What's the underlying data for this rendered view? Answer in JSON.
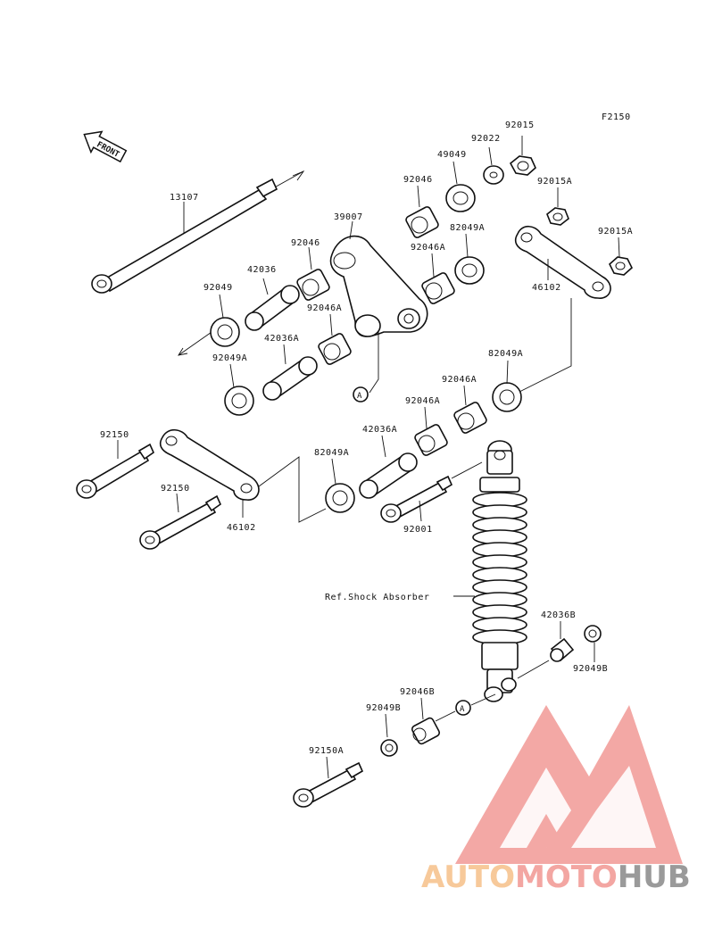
{
  "figure_code": "F2150",
  "front_arrow_label": "FRONT",
  "reference_circle_letter": "A",
  "labels": {
    "p13107": "13107",
    "p39007": "39007",
    "p92015": "92015",
    "p92022": "92022",
    "p49049": "49049",
    "p92046_top": "92046",
    "p92015A_1": "92015A",
    "p92046A_top": "92046A",
    "p92049A_top": "82049A",
    "p92015A_2": "92015A",
    "p46102_right": "46102",
    "p92046_mid": "92046",
    "p42036": "42036",
    "p92049": "92049",
    "p92046A_mid": "92046A",
    "p42036A_mid": "42036A",
    "p92049A_left": "92049A",
    "p92049A_right": "82049A",
    "p92046A_r2": "92046A",
    "p92046A_r3": "92046A",
    "p42036A_low": "42036A",
    "p92150_1": "92150",
    "p92150_2": "92150",
    "p46102_low": "46102",
    "p92049A_low": "82049A",
    "p92001": "92001",
    "shock_ref": "Ref.Shock Absorber",
    "p42036B": "42036B",
    "p92049B_r": "92049B",
    "p92046B": "92046B",
    "p92049B_l": "92049B",
    "p92150A": "92150A"
  },
  "watermark": {
    "part1": "AUTO",
    "part2": "MOTO",
    "part3": "HUB",
    "colors": {
      "auto": "#f7c99a",
      "moto": "#f3a6a2",
      "hub": "#9a9a9a",
      "logo": "#f19a96"
    }
  }
}
